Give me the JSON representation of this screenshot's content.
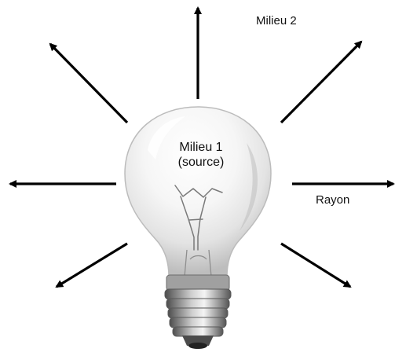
{
  "labels": {
    "medium_2": "Milieu 2",
    "medium_1": "Milieu 1",
    "medium_1_note": "(source)",
    "ray": "Rayon"
  },
  "colors": {
    "arrow": "#000000",
    "glass": "#d7d7d7",
    "base": "#808080"
  },
  "icons": {
    "bulb": "light-bulb-icon",
    "arrow": "arrow-icon"
  }
}
